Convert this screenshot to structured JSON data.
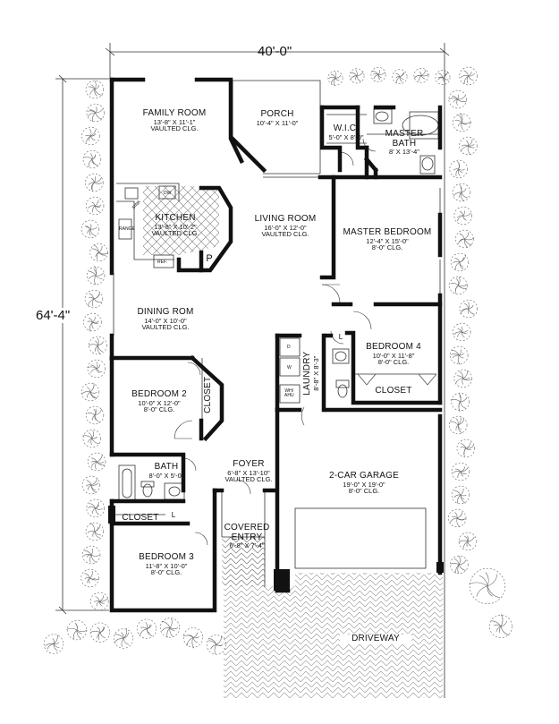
{
  "dimensions": {
    "width": "40'-0\"",
    "depth": "64'-4\""
  },
  "rooms": {
    "family": {
      "name": "FAMILY ROOM",
      "size": "13'-8\" X 11'-1\"",
      "ceiling": "VAULTED CLG."
    },
    "porch": {
      "name": "PORCH",
      "size": "10'-4\" X 11'-0\""
    },
    "wic": {
      "name": "W.I.C.",
      "size": "5'-0\" X 8'-0\""
    },
    "master_bath": {
      "name": "MASTER",
      "name2": "BATH",
      "size": "8' X 13'-4\""
    },
    "kitchen": {
      "name": "KITCHEN",
      "size": "13'-8\" X 10'-2\"",
      "ceiling": "VAULTED CLG."
    },
    "living": {
      "name": "LIVING ROOM",
      "size": "16'-0\" X 12'-0\"",
      "ceiling": "VAULTED CLG."
    },
    "master_bed": {
      "name": "MASTER BEDROOM",
      "size": "12'-4\" X 15'-0\"",
      "ceiling": "8'-0\" CLG."
    },
    "dining": {
      "name": "DINING ROM",
      "size": "14'-0\" X 10'-0\"",
      "ceiling": "VAULTED CLG."
    },
    "laundry": {
      "name": "LAUNDRY",
      "size": "8'-8\" X 8'-3\""
    },
    "bed4": {
      "name": "BEDROOM 4",
      "size": "10'-0\" X 11'-8\"",
      "ceiling": "8'-0\" CLG."
    },
    "closet4": {
      "name": "CLOSET"
    },
    "bed2": {
      "name": "BEDROOM 2",
      "size": "10'-0\" X 12'-0\"",
      "ceiling": "8'-0\" CLG."
    },
    "closet2": {
      "name": "CLOSET"
    },
    "bath": {
      "name": "BATH",
      "size": "8'-0\" X 5'-0\""
    },
    "foyer": {
      "name": "FOYER",
      "size": "6'-8\" X 13'-10\"",
      "ceiling": "VAULTED CLG."
    },
    "garage": {
      "name": "2-CAR GARAGE",
      "size": "19'-0\" X 19'-0\"",
      "ceiling": "8'-0\" CLG."
    },
    "closet3": {
      "name": "CLOSET"
    },
    "entry": {
      "name": "COVERED",
      "name2": "ENTRY",
      "size": "6'-8\" X 7'-4\""
    },
    "bed3": {
      "name": "BEDROOM 3",
      "size": "11'-8\" X 10'-0\"",
      "ceiling": "8'-0\" CLG."
    },
    "driveway": {
      "name": "DRIVEWAY"
    }
  },
  "fixtures": {
    "dw": "DW",
    "sink": "SINK",
    "range": "RANGE",
    "ref": "REF.",
    "pantry": "P",
    "dryer": "D",
    "washer": "W",
    "wh": "WH/",
    "ahu": "AHU",
    "linen": "L"
  },
  "colors": {
    "wall": "#111111",
    "line": "#333333",
    "foliage": "#555555"
  }
}
